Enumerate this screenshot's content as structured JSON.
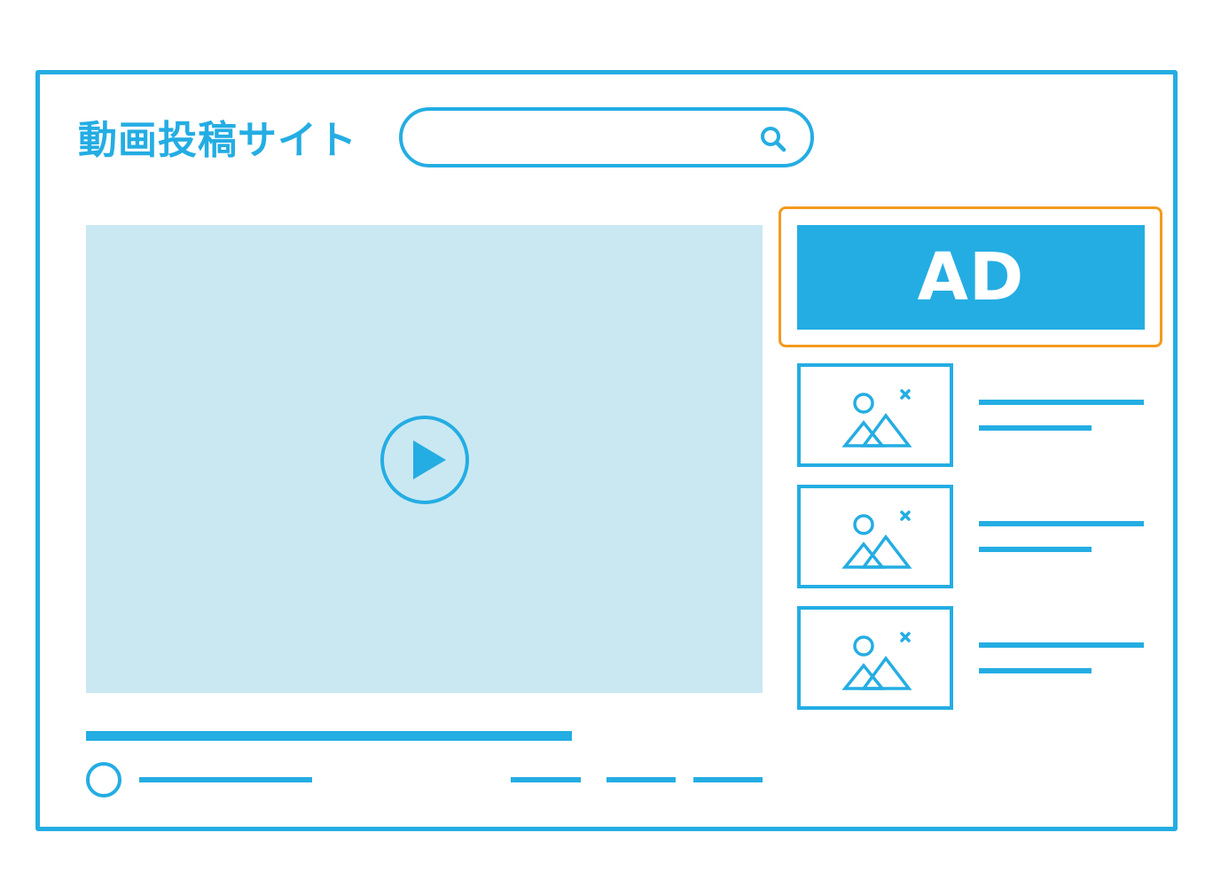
{
  "header": {
    "site_title": "動画投稿サイト",
    "search": {
      "value": "",
      "icon": "search-icon"
    }
  },
  "main": {
    "video": {
      "icon": "play-icon"
    },
    "action_item_count": 3
  },
  "sidebar": {
    "ad": {
      "label": "AD",
      "highlight_color": "#f39a1e"
    },
    "related_videos": [
      {
        "thumbnail_icon": "image-placeholder-icon"
      },
      {
        "thumbnail_icon": "image-placeholder-icon"
      },
      {
        "thumbnail_icon": "image-placeholder-icon"
      }
    ]
  },
  "colors": {
    "accent": "#24ade3",
    "video_background": "#cae8f2",
    "ad_highlight": "#f39a1e",
    "background": "#ffffff"
  }
}
